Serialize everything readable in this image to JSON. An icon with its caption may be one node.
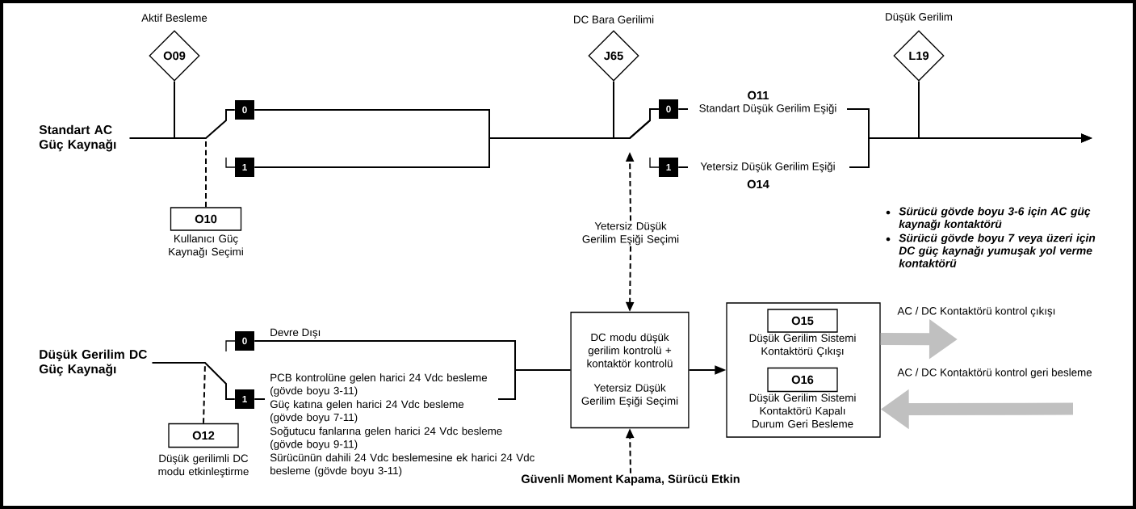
{
  "diagram": {
    "nodes": [
      {
        "text": [
          "O09"
        ],
        "beside": [
          "Aktif Besleme"
        ]
      },
      {
        "text": [
          "J65"
        ],
        "beside": [
          "DC Bara Gerilimi"
        ]
      },
      {
        "text": [
          "L19"
        ],
        "beside": [
          "Düşük Gerilim"
        ]
      },
      {
        "text": [
          "Standart AC Güç Kaynağı"
        ]
      },
      {
        "text": [
          "0"
        ]
      },
      {
        "text": [
          "1"
        ]
      },
      {
        "text": [
          "O10"
        ],
        "beside": [
          "Kullanıcı Güç Kaynağı Seçimi"
        ]
      },
      {
        "text": [
          "0"
        ],
        "beside": [
          "O11",
          "Standart Düşük Gerilim Eşiği"
        ]
      },
      {
        "text": [
          "1"
        ],
        "beside": [
          "Yetersiz Düşük Gerilim Eşiği",
          "O14"
        ]
      },
      {
        "text": [
          "Yetersiz Düşük Gerilim Eşiği Seçimi"
        ]
      },
      {
        "text": [
          "DC modu düşük gerilim kontrolü + kontaktör kontrolü",
          "Yetersiz Düşük Gerilim Eşiği Seçimi"
        ]
      },
      {
        "text": [
          "Güvenli Moment Kapama, Sürücü Etkin"
        ]
      },
      {
        "text": [],
        "shape": "box"
      },
      {
        "text": [
          "O15"
        ],
        "in": 12,
        "beside": [
          "Düşük Gerilim Sistemi Kontaktörü Çıkışı"
        ]
      },
      {
        "text": [
          "O16"
        ],
        "in": 12,
        "beside": [
          "Düşük Gerilim Sistemi Kontaktörü Kapalı Durum Geri Besleme"
        ]
      },
      {
        "text": [
          "Düşük Gerilim DC Güç Kaynağı"
        ]
      },
      {
        "text": [
          "0"
        ],
        "beside": [
          "Devre Dışı"
        ]
      },
      {
        "text": [
          "1"
        ],
        "beside": [
          "PCB kontrolüne gelen harici 24 Vdc besleme (gövde boyu 3-11)",
          "Güç katına gelen harici 24 Vdc besleme (gövde boyu 7-11)",
          "Soğutucu fanlarına gelen harici 24 Vdc besleme (gövde boyu 9-11)",
          "Sürücünün dahili 24 Vdc beslemesine ek harici 24 Vdc besleme (gövde boyu 3-11)"
        ]
      },
      {
        "text": [
          "O12"
        ],
        "beside": [
          "Düşük gerilimli DC modu etkinleştirme"
        ]
      }
    ],
    "edges": [
      {
        "from": 0,
        "to": null,
        "arrow": "none"
      },
      {
        "from": 3,
        "to": 4,
        "arrow": "none"
      },
      {
        "from": 6,
        "to": null,
        "arrow": "none",
        "style": "dashed"
      },
      {
        "from": 4,
        "to": 7,
        "arrow": "none"
      },
      {
        "from": 5,
        "to": 7,
        "arrow": "none"
      },
      {
        "from": 1,
        "to": null,
        "arrow": "none"
      },
      {
        "from": 7,
        "to": null,
        "arrow": "to"
      },
      {
        "from": 8,
        "to": null,
        "arrow": "to"
      },
      {
        "from": 2,
        "to": null,
        "arrow": "none"
      },
      {
        "from": 9,
        "to": null,
        "arrow": "to",
        "style": "dashed"
      },
      {
        "from": 9,
        "to": 10,
        "arrow": "to",
        "style": "dashed"
      },
      {
        "from": 11,
        "to": 10,
        "arrow": "to",
        "style": "dashed"
      },
      {
        "from": 15,
        "to": 17,
        "arrow": "none"
      },
      {
        "from": 18,
        "to": null,
        "arrow": "none",
        "style": "dashed"
      },
      {
        "from": 16,
        "to": 10,
        "arrow": "none"
      },
      {
        "from": 17,
        "to": 10,
        "arrow": "none"
      },
      {
        "from": 10,
        "to": 12,
        "arrow": "to"
      },
      {
        "from": 12,
        "to": null,
        "arrow": "to",
        "style": "thick",
        "color": "#c0c0c0",
        "label": "AC / DC Kontaktörü kontrol çıkışı"
      },
      {
        "from": null,
        "to": 12,
        "arrow": "to",
        "style": "thick",
        "color": "#c0c0c0",
        "label": "AC / DC Kontaktörü kontrol geri besleme"
      }
    ],
    "labels": [
      "Sürücü gövde boyu 3-6 için AC güç kaynağı kontaktörü",
      "Sürücü gövde boyu 7 veya üzeri için DC güç kaynağı yumuşak yol verme kontaktörü"
    ]
  }
}
